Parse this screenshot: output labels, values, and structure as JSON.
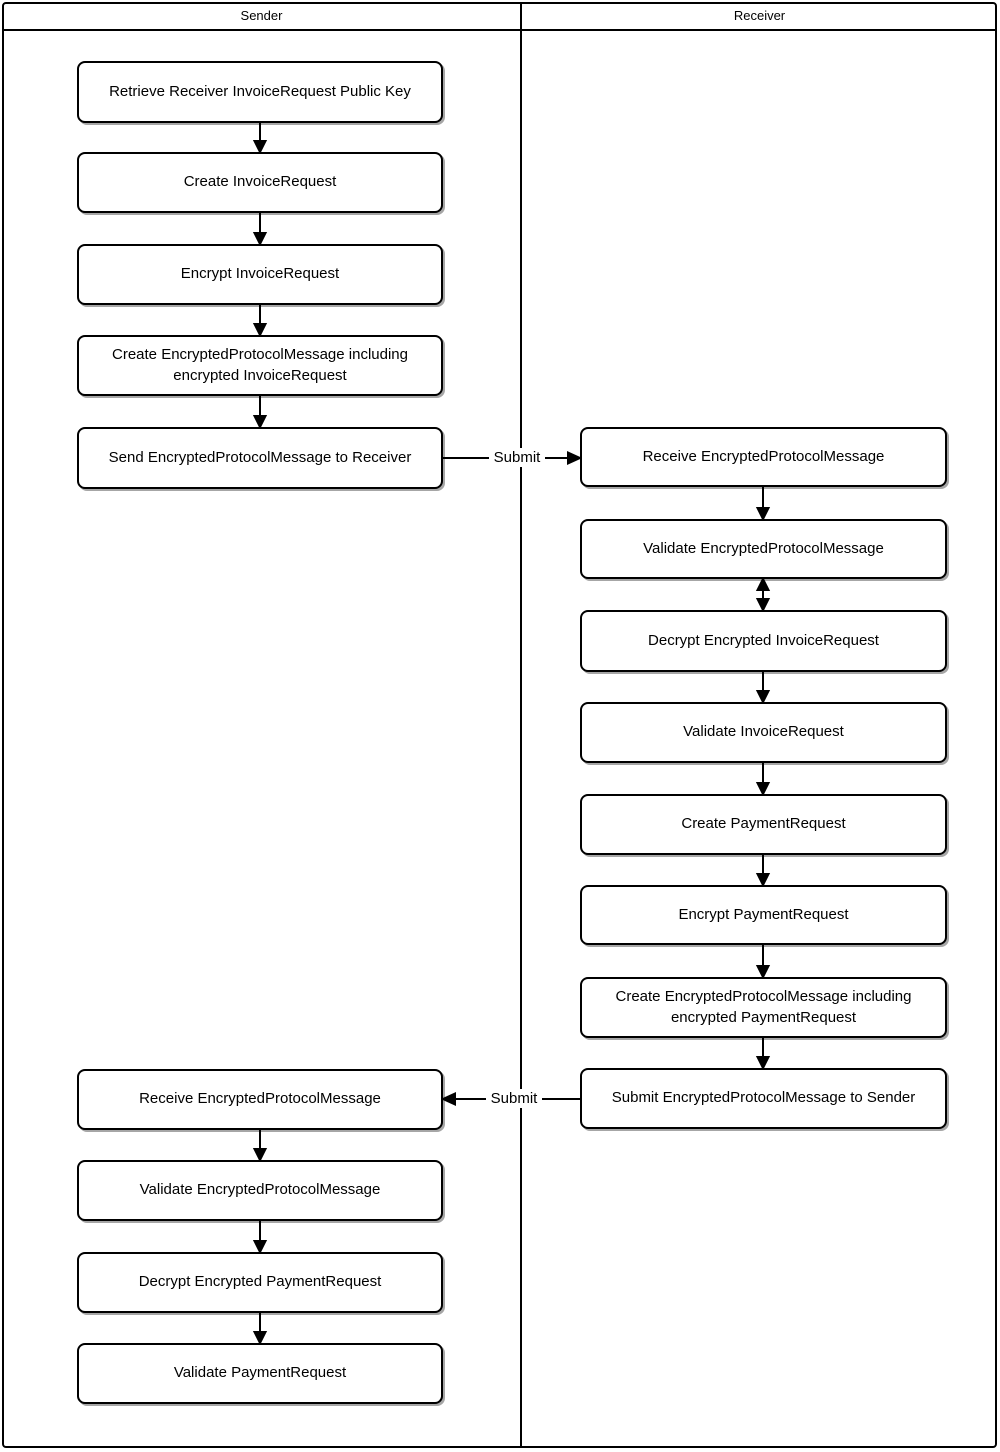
{
  "diagram": {
    "type": "swimlane-flowchart",
    "background": "#ffffff",
    "line_color": "#000000",
    "lanes": [
      {
        "label": "Sender",
        "steps": [
          "Retrieve Receiver InvoiceRequest Public Key",
          "Create InvoiceRequest",
          "Encrypt InvoiceRequest",
          "Create EncryptedProtocolMessage including encrypted InvoiceRequest",
          "Send EncryptedProtocolMessage to Receiver",
          "Receive EncryptedProtocolMessage",
          "Validate EncryptedProtocolMessage",
          "Decrypt Encrypted PaymentRequest",
          "Validate PaymentRequest"
        ]
      },
      {
        "label": "Receiver",
        "steps": [
          "Receive EncryptedProtocolMessage",
          "Validate EncryptedProtocolMessage",
          "Decrypt Encrypted InvoiceRequest",
          "Validate InvoiceRequest",
          "Create PaymentRequest",
          "Encrypt PaymentRequest",
          "Create EncryptedProtocolMessage including encrypted PaymentRequest",
          "Submit EncryptedProtocolMessage to Sender"
        ]
      }
    ],
    "connectors": [
      {
        "label": "Submit",
        "from": "Send EncryptedProtocolMessage to Receiver",
        "to": "Receive EncryptedProtocolMessage",
        "direction": "right"
      },
      {
        "label": "Submit",
        "from": "Submit EncryptedProtocolMessage to Sender",
        "to": "Receive EncryptedProtocolMessage",
        "direction": "left"
      },
      {
        "label": "",
        "from": "Validate EncryptedProtocolMessage",
        "to": "Decrypt Encrypted InvoiceRequest",
        "direction": "bidirectional"
      }
    ]
  }
}
